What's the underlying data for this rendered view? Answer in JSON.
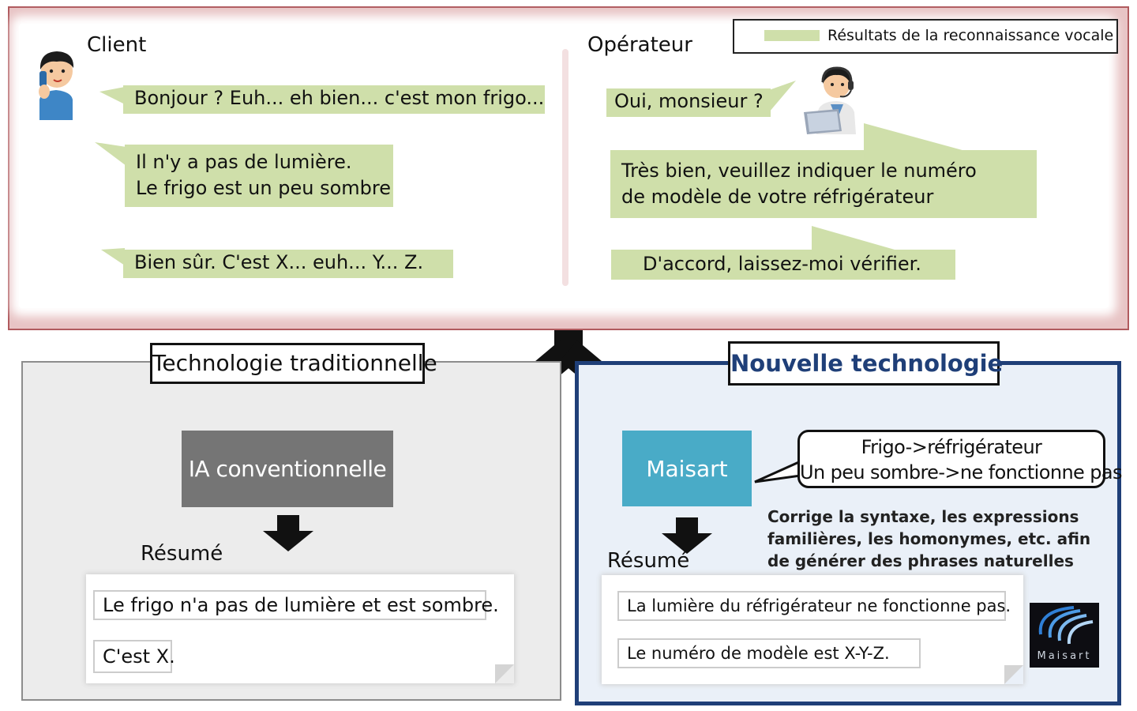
{
  "conversation": {
    "client_label": "Client",
    "operator_label": "Opérateur",
    "client_lines": [
      {
        "line1": "Bonjour ? Euh... eh bien... c'est mon frigo...",
        "line2": ""
      },
      {
        "line1": "Il n'y a pas de lumière.",
        "line2": "Le frigo est un peu sombre"
      },
      {
        "line1": "Bien sûr. C'est X... euh... Y... Z.",
        "line2": ""
      }
    ],
    "operator_lines": [
      {
        "line1": "Oui, monsieur ?",
        "line2": ""
      },
      {
        "line1": "Très bien, veuillez indiquer le numéro",
        "line2": "de modèle de votre réfrigérateur"
      },
      {
        "line1": "D'accord, laissez-moi vérifier.",
        "line2": ""
      }
    ]
  },
  "legend": {
    "label": "Résultats de la reconnaissance vocale",
    "color": "#cfdfaa"
  },
  "traditional": {
    "title": "Technologie traditionnelle",
    "engine": "IA conventionnelle",
    "summary_label": "Résumé",
    "summary_items": [
      "Le frigo n'a pas de lumière et est sombre.",
      "C'est X."
    ]
  },
  "new_tech": {
    "title": "Nouvelle technologie",
    "engine": "Maisart",
    "callout_line1": "Frigo->réfrigérateur",
    "callout_line2": "Un peu sombre->ne fonctionne pas",
    "description": [
      "Corrige la syntaxe, les expressions",
      "familières, les homonymes, etc. afin",
      "de générer des phrases naturelles"
    ],
    "summary_label": "Résumé",
    "summary_items": [
      "La lumière du réfrigérateur ne fonctionne pas.",
      "Le numéro de modèle est X-Y-Z."
    ],
    "logo_text": "Maisart"
  },
  "colors": {
    "top_panel": "#e8c4c5",
    "top_border": "#b05a5e",
    "bubble": "#cfdfaa",
    "traditional_engine": "#757575",
    "maisart_engine": "#49abc7",
    "new_border": "#1f3f78"
  }
}
